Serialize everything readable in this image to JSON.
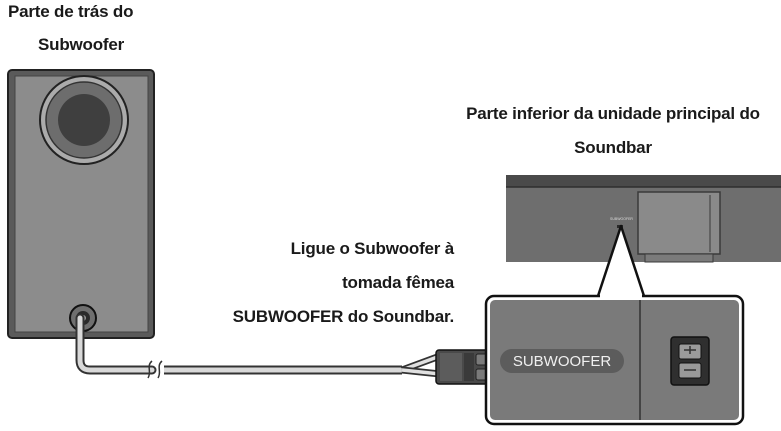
{
  "labels": {
    "subwoofer_back": [
      "Parte de trás do",
      "Subwoofer"
    ],
    "soundbar_bottom": [
      "Parte inferior da unidade principal do",
      "Soundbar"
    ],
    "instruction": [
      "Ligue o Subwoofer à",
      "tomada fêmea",
      "SUBWOOFER do Soundbar."
    ]
  },
  "port_label": "SUBWOOFER",
  "port_label_small": "SUBWOOFER",
  "colors": {
    "subwoofer_body": "#8c8c8c",
    "subwoofer_outline": "#3a3a3a",
    "driver_dark": "#3f3f3f",
    "soundbar_body": "#6e6e6e",
    "soundbar_panel": "#8a8a8a",
    "connector": "#4a4a4a",
    "cable_outline": "#333333",
    "text": "#1a1a1a"
  }
}
